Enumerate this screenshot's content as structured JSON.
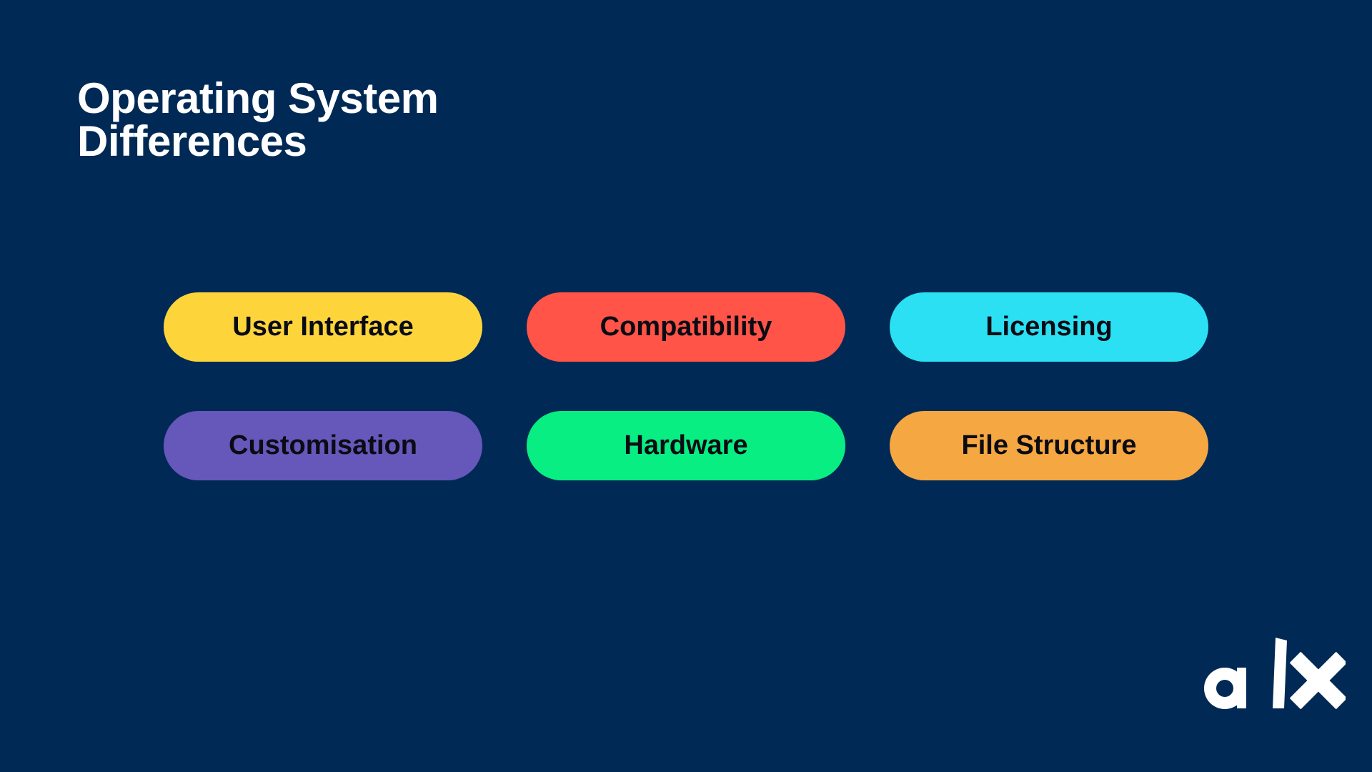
{
  "title": {
    "line1": "Operating System",
    "line2": "Differences"
  },
  "pills": [
    {
      "label": "User Interface",
      "color": "#fdd53b",
      "name": "pill-user-interface"
    },
    {
      "label": "Compatibility",
      "color": "#ff5447",
      "name": "pill-compatibility"
    },
    {
      "label": "Licensing",
      "color": "#2ae0f2",
      "name": "pill-licensing"
    },
    {
      "label": "Customisation",
      "color": "#6657bb",
      "name": "pill-customisation"
    },
    {
      "label": "Hardware",
      "color": "#08ee82",
      "name": "pill-hardware"
    },
    {
      "label": "File Structure",
      "color": "#f5a742",
      "name": "pill-file-structure"
    }
  ],
  "logo": {
    "text": "alx",
    "icon": "alx-logo",
    "color": "#ffffff"
  },
  "colors": {
    "background": "#002a55",
    "title": "#ffffff",
    "pill_text": "#0b0b14"
  }
}
